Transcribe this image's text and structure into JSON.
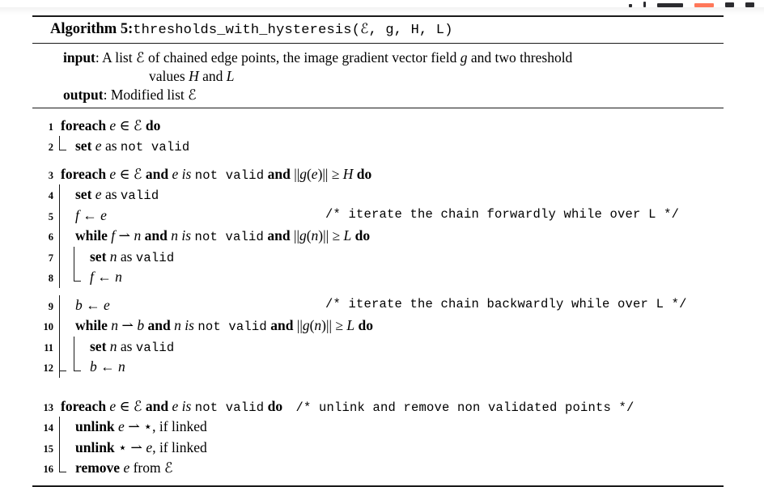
{
  "app_bar": {
    "present": true,
    "accent_color": "#ff7759",
    "glyph_color": "#2b2b2f",
    "glyphs": [
      "dot-glyph",
      "caret-glyph",
      "wide-bar-glyph",
      "accent-bar-glyph",
      "square-glyph",
      "square-glyph"
    ]
  },
  "algorithm": {
    "title_label": "Algorithm 5:",
    "title_signature": "thresholds_with_hysteresis(ℰ, g, H, L)",
    "io": {
      "input_label": "input",
      "input_text": ": A list ℰ of chained edge points, the image gradient vector field g and two threshold",
      "input_cont": "values H and L",
      "output_label": "output",
      "output_text": ": Modified list ℰ"
    },
    "lines": [
      {
        "no": "1",
        "text": "foreach e ∈ ℰ do",
        "comment": ""
      },
      {
        "no": "2",
        "text": "set e as not valid",
        "comment": ""
      },
      {
        "no": "3",
        "text": "foreach e ∈ ℰ and e is not valid and ||g(e)|| ≥ H do",
        "comment": ""
      },
      {
        "no": "4",
        "text": "set e as valid",
        "comment": ""
      },
      {
        "no": "5",
        "text": "f ← e",
        "comment": "/* iterate the chain forwardly while over L */"
      },
      {
        "no": "6",
        "text": "while f ⇀ n and n is not valid and ||g(n)|| ≥ L do",
        "comment": ""
      },
      {
        "no": "7",
        "text": "set n as valid",
        "comment": ""
      },
      {
        "no": "8",
        "text": "f ← n",
        "comment": ""
      },
      {
        "no": "9",
        "text": "b ← e",
        "comment": "/* iterate the chain backwardly while over L */"
      },
      {
        "no": "10",
        "text": "while n ⇀ b and n is not valid and ||g(n)|| ≥ L do",
        "comment": ""
      },
      {
        "no": "11",
        "text": "set n as valid",
        "comment": ""
      },
      {
        "no": "12",
        "text": "b ← n",
        "comment": ""
      },
      {
        "no": "13",
        "text": "foreach e ∈ ℰ and e is not valid do",
        "comment": "/* unlink and remove non validated points */"
      },
      {
        "no": "14",
        "text": "unlink e ⇀ ⋆, if linked",
        "comment": ""
      },
      {
        "no": "15",
        "text": "unlink ⋆ ⇀ e, if linked",
        "comment": ""
      },
      {
        "no": "16",
        "text": "remove e from ℰ",
        "comment": ""
      }
    ],
    "keywords": {
      "foreach": "foreach",
      "while": "while",
      "set": "set",
      "unlink": "unlink",
      "remove": "remove",
      "and": "and",
      "do": "do",
      "is": "is",
      "as": "as",
      "from": "from",
      "if_linked": ", if linked",
      "not_valid": "not valid",
      "valid": "valid"
    },
    "symbols": {
      "caligraphic_E": "ℰ",
      "member_of": "∈",
      "geq": "≥",
      "leftarrow": "←",
      "harpoon": "⇀",
      "star": "⋆",
      "norm": "||"
    },
    "comments": {
      "forward": "/* iterate the chain forwardly while over L */",
      "backward": "/* iterate the chain backwardly while over L */",
      "unlink": "/* unlink and remove non validated points */"
    }
  }
}
